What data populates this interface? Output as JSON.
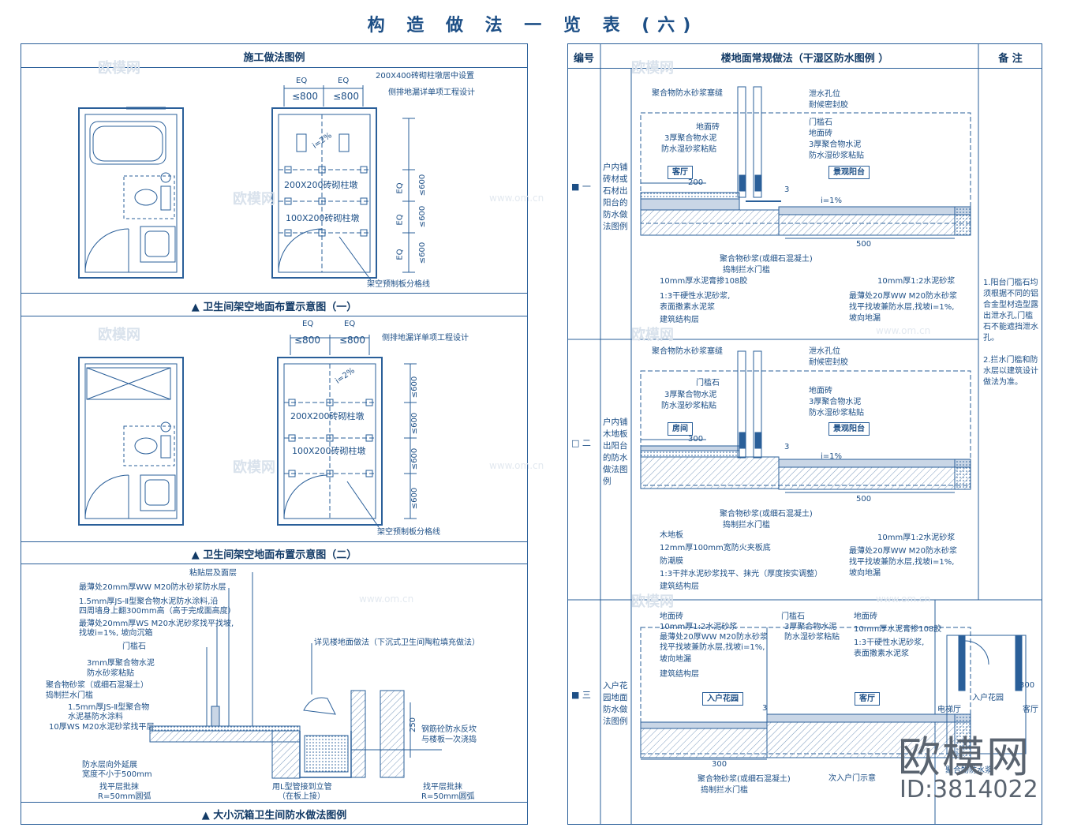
{
  "title": "构 造 做 法 一 览 表 (六)",
  "left": {
    "header": "施工做法图例",
    "panel1": {
      "caption": "▲ 卫生间架空地面布置示意图（一）",
      "dims": [
        "EQ",
        "EQ",
        "≤800",
        "≤800",
        "≤600",
        "≤600",
        "≤600",
        "EQ",
        "EQ",
        "EQ"
      ],
      "labels": [
        "200X400砖砌柱墩居中设置",
        "侧排地漏详单项工程设计",
        "200X200砖砌柱墩",
        "100X200砖砌柱墩",
        "架空预制板分格线",
        "i=2%"
      ]
    },
    "panel2": {
      "caption": "▲ 卫生间架空地面布置示意图（二）",
      "dims": [
        "EQ",
        "EQ",
        "≤800",
        "≤800",
        "≤600",
        "≤600",
        "≤600",
        "≤600"
      ],
      "labels": [
        "侧排地漏详单项工程设计",
        "200X200砖砌柱墩",
        "100X200砖砌柱墩",
        "架空预制板分格线",
        "i=2%"
      ]
    },
    "panel3": {
      "caption": "▲ 大小沉箱卫生间防水做法图例",
      "labels": [
        "粘贴层及面层",
        "最薄处20mm厚WW M20防水砂浆防水层",
        "1.5mm厚JS-Ⅱ型聚合物水泥防水涂料,沿",
        "四周墙身上翻300mm高（高于完成面高度）",
        "最薄处20mm厚WS M20水泥砂浆找平找坡,",
        "找坡i=1%, 坡向沉箱",
        "门槛石",
        "3mm厚聚合物水泥",
        "防水砂浆粘贴",
        "聚合物砂浆（或细石混凝土）",
        "捣制拦水门槛",
        "1.5mm厚JS-Ⅱ型聚合物",
        "水泥基防水涂料",
        "10厚WS M20水泥砂浆找平层",
        "详见楼地面做法（下沉式卫生间陶粒填充做法）",
        "钢筋砼防水反坎",
        "与楼板一次浇捣",
        "防水层向外延展",
        "宽度不小于500mm",
        "找平层批抹",
        "R=50mm圆弧",
        "用L型管接到立管",
        "（在板上接）",
        "找平层批抹",
        "R=50mm圆弧",
        "250"
      ]
    }
  },
  "right": {
    "headers": {
      "no": "编号",
      "main": "楼地面常规做法（干湿区防水图例 ）",
      "remark": "备 注"
    },
    "rows": [
      {
        "no": "■ 一",
        "desc": "户内铺砖材或石材出阳台的防水做法图例",
        "labels": [
          "聚合物防水砂浆塞缝",
          "泄水孔位",
          "耐候密封胶",
          "门槛石",
          "地面砖",
          "3厚聚合物水泥",
          "防水湿砂浆粘贴",
          "地面砖",
          "3厚聚合物水泥",
          "防水湿砂浆粘贴",
          "客厅",
          "景观阳台",
          "200",
          "i=1%",
          "500",
          "聚合物砂浆(或细石混凝土)",
          "捣制拦水门槛",
          "10mm厚水泥膏掺108胶",
          "1:3干硬性水泥砂浆,",
          "表面撒素水泥浆",
          "建筑结构层",
          "10mm厚1:2水泥砂浆",
          "最薄处20厚WW M20防水砂浆",
          "找平找坡兼防水层,找坡i=1%,",
          "坡向地漏",
          "3"
        ]
      },
      {
        "no": "□ 二",
        "desc": "户内铺木地板出阳台的防水做法图例",
        "labels": [
          "聚合物防水砂浆塞缝",
          "泄水孔位",
          "耐候密封胶",
          "门槛石",
          "3厚聚合物水泥",
          "防水湿砂浆粘贴",
          "地面砖",
          "3厚聚合物水泥",
          "防水湿砂浆粘贴",
          "房间",
          "景观阳台",
          "300",
          "i=1%",
          "500",
          "聚合物砂浆(或细石混凝土)",
          "捣制拦水门槛",
          "木地板",
          "12mm厚100mm宽防火夹板底",
          "防潮膜",
          "1:3干拌水泥砂浆找平、抹光（厚度按实调整）",
          "建筑结构层",
          "10mm厚1:2水泥砂浆",
          "最薄处20厚WW M20防水砂浆",
          "找平找坡兼防水层,找坡i=1%,",
          "坡向地漏",
          "3"
        ]
      },
      {
        "no": "■ 三",
        "desc": "入户花园地面防水做法图例",
        "labels": [
          "地面砖",
          "10mm厚1:2水泥砂浆",
          "最薄处20厚WW M20防水砂浆",
          "找平找坡兼防水层,找坡i=1%,",
          "坡向地漏",
          "建筑结构层",
          "门槛石",
          "3厚聚合物水泥",
          "防水湿砂浆粘贴",
          "地面砖",
          "10mm厚水泥膏掺108胶",
          "1:3干硬性水泥砂浆,",
          "表面撒素水泥浆",
          "入户花园",
          "客厅",
          "300",
          "聚合物砂浆(或细石混凝土)",
          "捣制拦水门槛",
          "次入户门示意",
          "电梯厅",
          "入户花园",
          "客厅",
          "聚合物防水浆",
          "3",
          "300"
        ]
      }
    ],
    "remark": [
      "1.阳台门槛石均须根据不同的铝合金型材造型露出泄水孔,门槛石不能遮挡泄水孔。",
      "2.拦水门槛和防水层以建筑设计做法为准。"
    ]
  },
  "watermark": {
    "text": "欧模网",
    "url": "www.om.cn",
    "logo": "欧模网",
    "id": "ID:3814022"
  },
  "colors": {
    "line": "#2a5f99",
    "text": "#1d4f86",
    "hatch": "#7a99bd",
    "fill": "#c9d6e6"
  }
}
